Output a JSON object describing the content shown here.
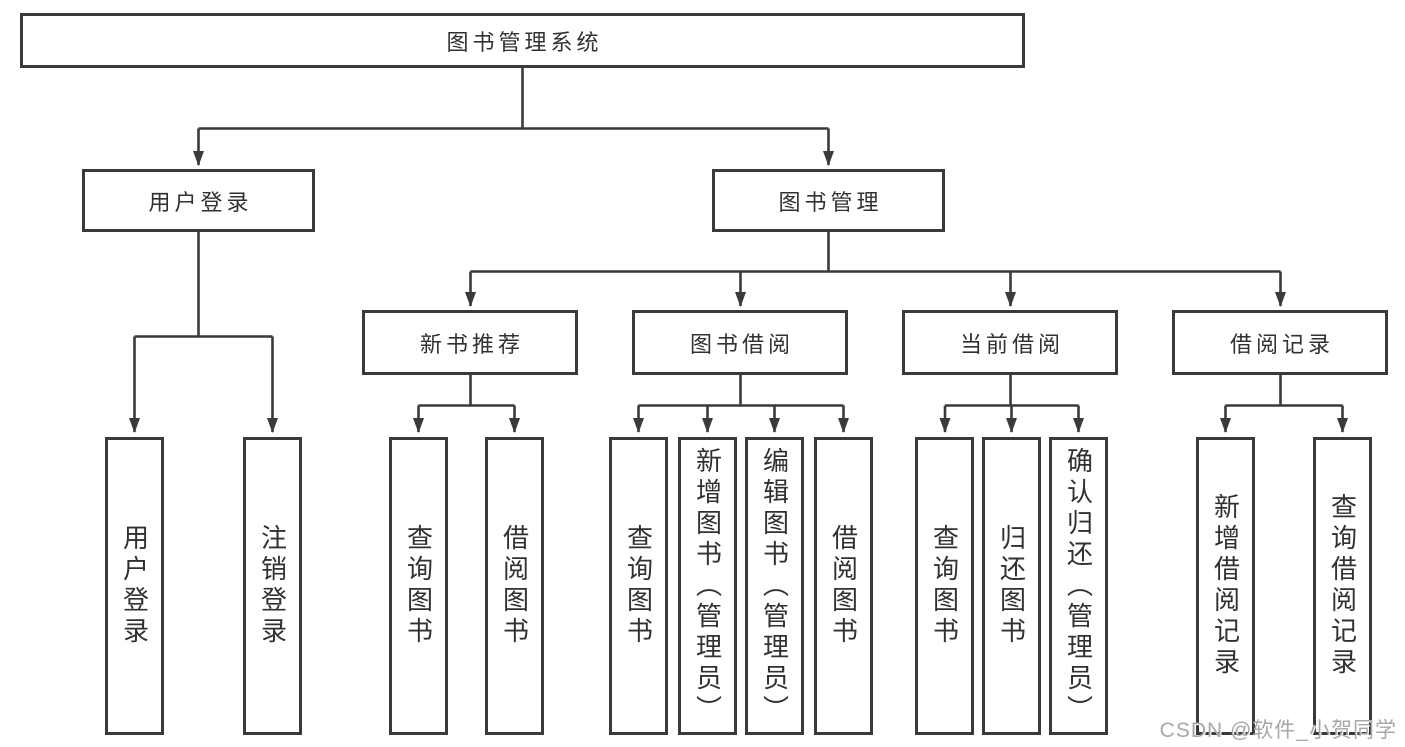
{
  "diagram_title": "图书管理系统",
  "nodes": {
    "root": "图书管理系统",
    "user_login": "用户登录",
    "book_mgmt": "图书管理",
    "new_book_rec": "新书推荐",
    "book_borrow": "图书借阅",
    "current_borrow": "当前借阅",
    "borrow_records": "借阅记录",
    "leaves": {
      "login": "用户登录",
      "logout": "注销登录",
      "rec_query_book": "查询图书",
      "rec_borrow_book": "借阅图书",
      "bb_query_book": "查询图书",
      "bb_add_book": "新增图书（管理员）",
      "bb_edit_book": "编辑图书（管理员）",
      "bb_borrow_book": "借阅图书",
      "cur_query_book": "查询图书",
      "cur_return_book": "归还图书",
      "cur_confirm_return": "确认归还（管理员）",
      "rr_add_record": "新增借阅记录",
      "rr_query_record": "查询借阅记录"
    }
  },
  "edges": [
    {
      "from": "root",
      "to": [
        "user_login",
        "book_mgmt"
      ]
    },
    {
      "from": "user_login",
      "to": [
        "login",
        "logout"
      ]
    },
    {
      "from": "book_mgmt",
      "to": [
        "new_book_rec",
        "book_borrow",
        "current_borrow",
        "borrow_records"
      ]
    },
    {
      "from": "new_book_rec",
      "to": [
        "rec_query_book",
        "rec_borrow_book"
      ]
    },
    {
      "from": "book_borrow",
      "to": [
        "bb_query_book",
        "bb_add_book",
        "bb_edit_book",
        "bb_borrow_book"
      ]
    },
    {
      "from": "current_borrow",
      "to": [
        "cur_query_book",
        "cur_return_book",
        "cur_confirm_return"
      ]
    },
    {
      "from": "borrow_records",
      "to": [
        "rr_add_record",
        "rr_query_record"
      ]
    }
  ],
  "watermark": "CSDN @软件_小贺同学",
  "colors": {
    "line": "#3a3a3c",
    "box_border": "#3a3a3c",
    "text": "#313133",
    "watermark": "#a7a7ac",
    "background": "#ffffff"
  }
}
